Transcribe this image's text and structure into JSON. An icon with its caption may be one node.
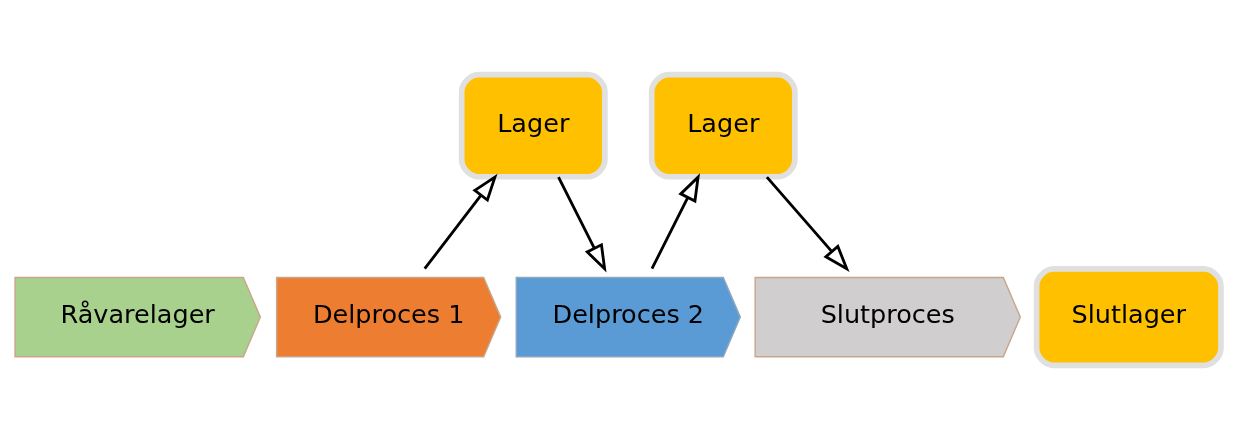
{
  "diagram": {
    "nodes": [
      {
        "text": [
          "Lager"
        ]
      },
      {
        "text": [
          "Lager"
        ]
      },
      {
        "text": [
          "Råvarelager"
        ]
      },
      {
        "text": [
          "Delproces 1"
        ]
      },
      {
        "text": [
          "Delproces 2"
        ]
      },
      {
        "text": [
          "Slutproces"
        ]
      },
      {
        "text": [
          "Slutlager"
        ]
      }
    ],
    "edges": [
      {
        "from": 3,
        "to": 0,
        "arrow": "to"
      },
      {
        "from": 0,
        "to": 4,
        "arrow": "to"
      },
      {
        "from": 4,
        "to": 1,
        "arrow": "to"
      },
      {
        "from": 1,
        "to": 5,
        "arrow": "to"
      }
    ]
  }
}
